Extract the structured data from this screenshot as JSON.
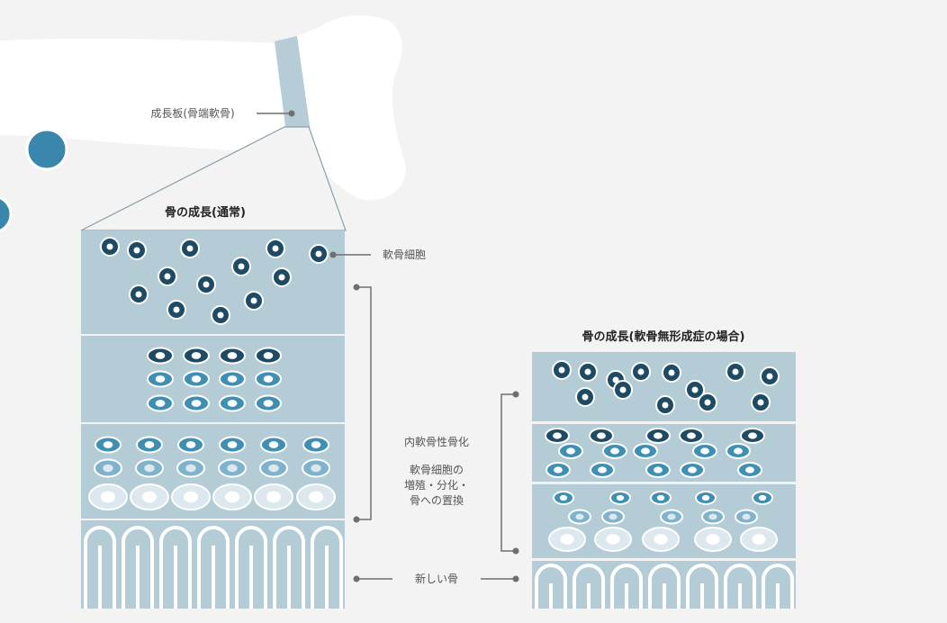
{
  "labels": {
    "growth_plate": "成長板(骨端軟骨)",
    "normal_title": "骨の成長(通常)",
    "achondroplasia_title": "骨の成長(軟骨無形成症の場合)",
    "chondrocyte": "軟骨細胞",
    "endochondral": "内軟骨性骨化",
    "process_line1": "軟骨細胞の",
    "process_line2": "増殖・分化・",
    "process_line3": "骨への置換",
    "new_bone": "新しい骨"
  },
  "colors": {
    "background": "#f3f3f3",
    "bone": "#ffffff",
    "growth_plate": "#b6ccd6",
    "panel": "#b3ccd6",
    "cell_dark": "#1e4a63",
    "cell_mid": "#3f8fb5",
    "cell_light": "#7fb3cc",
    "cell_pale": "#dce8ee",
    "accent_dot": "#3a86ad",
    "line": "#6f6f6f"
  }
}
